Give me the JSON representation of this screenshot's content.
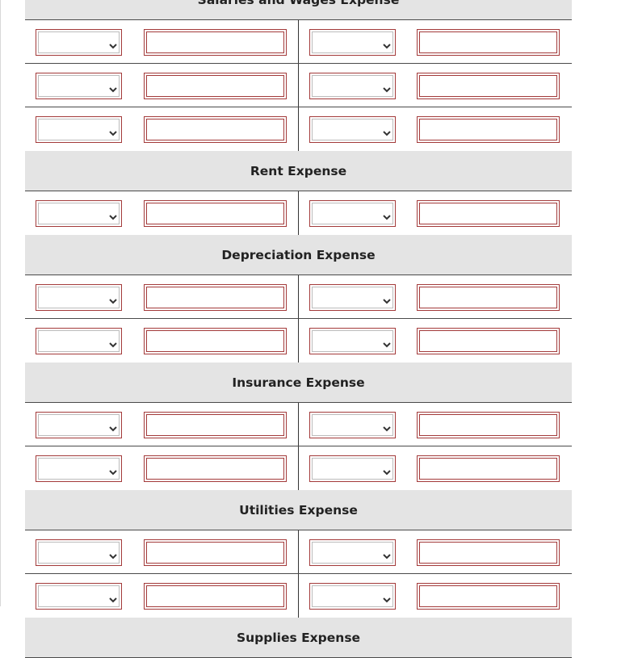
{
  "accounts": [
    {
      "title": "Salaries and Wages Expense",
      "rows": 3
    },
    {
      "title": "Rent Expense",
      "rows": 1
    },
    {
      "title": "Depreciation Expense",
      "rows": 2
    },
    {
      "title": "Insurance Expense",
      "rows": 2
    },
    {
      "title": "Utilities Expense",
      "rows": 2
    },
    {
      "title": "Supplies Expense",
      "rows": 0
    }
  ],
  "entry_fields": {
    "select_value": "",
    "amount_value": ""
  },
  "colors": {
    "header_bg": "#e4e4e4",
    "field_border": "#a33a3a",
    "rule": "#333333"
  },
  "icons": {
    "dropdown": "chevron-down-icon"
  }
}
